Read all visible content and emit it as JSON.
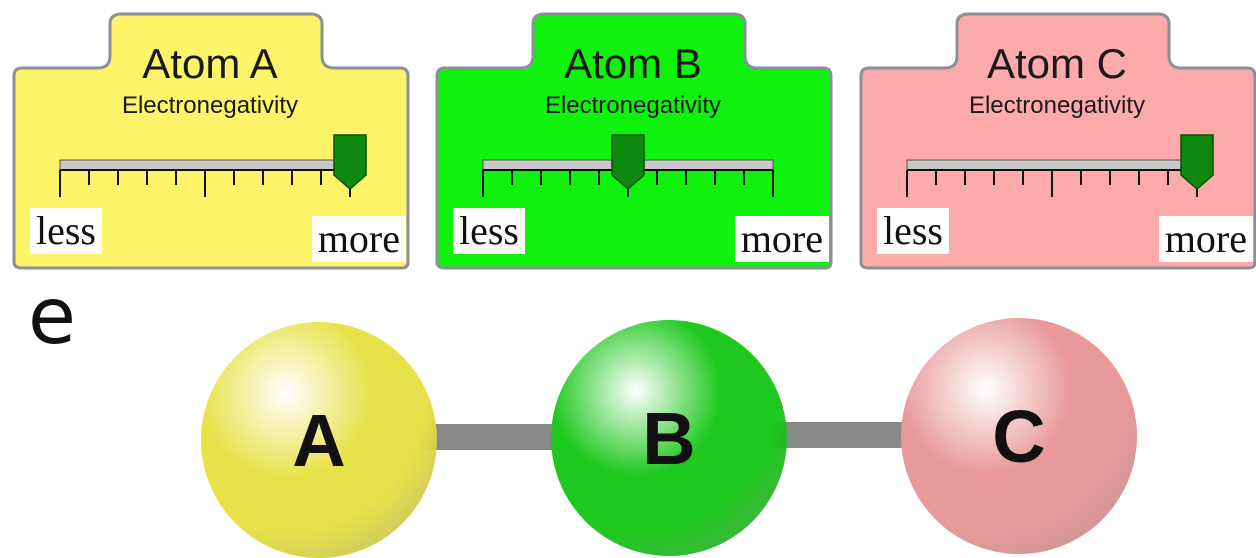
{
  "panels": [
    {
      "id": "a",
      "title": "Atom A",
      "property": "Electronegativity",
      "less": "less",
      "more": "more",
      "level": 1.0,
      "color": "#fdf46a"
    },
    {
      "id": "b",
      "title": "Atom B",
      "property": "Electronegativity",
      "less": "less",
      "more": "more",
      "level": 0.5,
      "color": "#0ef20e"
    },
    {
      "id": "c",
      "title": "Atom C",
      "property": "Electronegativity",
      "less": "less",
      "more": "more",
      "level": 1.0,
      "color": "#fdaaaa"
    }
  ],
  "edge_letter": "e",
  "molecule": {
    "atoms": [
      {
        "label": "A",
        "color": "#e8e24a"
      },
      {
        "label": "B",
        "color": "#1ec81e"
      },
      {
        "label": "C",
        "color": "#e89a9a"
      }
    ],
    "bond_color": "#888888"
  },
  "colors": {
    "border": "#8a8f98",
    "slider_track": "#c8c8c8",
    "thumb": "#0d8a0d",
    "ticks": "#111111"
  }
}
